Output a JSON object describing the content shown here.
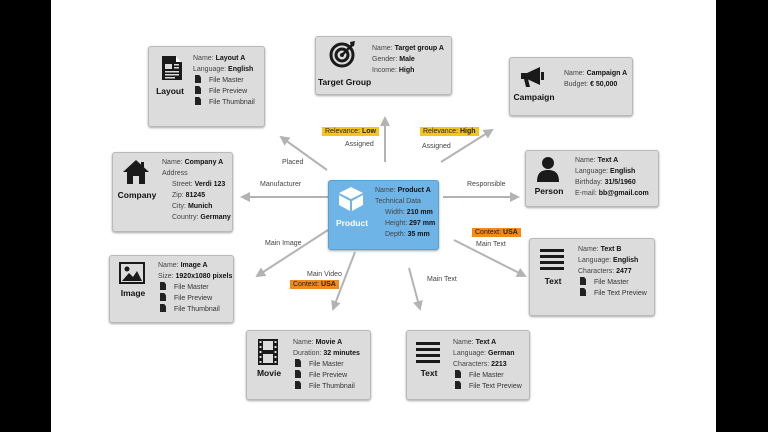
{
  "center": {
    "title": "Product",
    "name_k": "Name: ",
    "name_v": "Product A",
    "section": "Technical Data",
    "rows": [
      {
        "k": "Width: ",
        "v": "210 mm"
      },
      {
        "k": "Height: ",
        "v": "297 mm"
      },
      {
        "k": "Depth: ",
        "v": "35 mm"
      }
    ]
  },
  "layout": {
    "title": "Layout",
    "rows": [
      {
        "k": "Name: ",
        "v": "Layout A"
      },
      {
        "k": "Language: ",
        "v": "English"
      }
    ],
    "files": [
      "File Master",
      "File Preview",
      "File Thumbnail"
    ]
  },
  "target": {
    "title": "Target Group",
    "rows": [
      {
        "k": "Name: ",
        "v": "Target group A"
      },
      {
        "k": "Gender: ",
        "v": "Male"
      },
      {
        "k": "Income: ",
        "v": "High"
      }
    ]
  },
  "campaign": {
    "title": "Campaign",
    "rows": [
      {
        "k": "Name: ",
        "v": "Campaign A"
      },
      {
        "k": "Budget: ",
        "v": "€ 50,000"
      }
    ]
  },
  "company": {
    "title": "Company",
    "rows": [
      {
        "k": "Name: ",
        "v": "Company A"
      },
      {
        "k": "Address",
        "v": ""
      },
      {
        "k": "Street: ",
        "v": "Verdi 123",
        "indent": true
      },
      {
        "k": "Zip: ",
        "v": "81245",
        "indent": true
      },
      {
        "k": "City: ",
        "v": "Munich",
        "indent": true
      },
      {
        "k": "Country: ",
        "v": "Germany",
        "indent": true
      }
    ]
  },
  "person": {
    "title": "Person",
    "rows": [
      {
        "k": "Name: ",
        "v": "Text A"
      },
      {
        "k": "Language: ",
        "v": "English"
      },
      {
        "k": "Birthday: ",
        "v": "31/5/1960"
      },
      {
        "k": "E-mail: ",
        "v": "bb@gmail.com"
      }
    ]
  },
  "image": {
    "title": "Image",
    "rows": [
      {
        "k": "Name: ",
        "v": "Image A"
      },
      {
        "k": "Size: ",
        "v": "1920x1080 pixels"
      }
    ],
    "files": [
      "File Master",
      "File Preview",
      "File Thumbnail"
    ]
  },
  "textb": {
    "title": "Text",
    "rows": [
      {
        "k": "Name: ",
        "v": "Text B"
      },
      {
        "k": "Language: ",
        "v": "English"
      },
      {
        "k": "Characters: ",
        "v": "2477"
      }
    ],
    "files": [
      "File Master",
      "File Text Preview"
    ]
  },
  "movie": {
    "title": "Movie",
    "rows": [
      {
        "k": "Name: ",
        "v": "Movie A"
      },
      {
        "k": "Duration: ",
        "v": "32 minutes"
      }
    ],
    "files": [
      "File Master",
      "File Preview",
      "File Thumbnail"
    ]
  },
  "texta": {
    "title": "Text",
    "rows": [
      {
        "k": "Name: ",
        "v": "Text A"
      },
      {
        "k": "Language: ",
        "v": "German"
      },
      {
        "k": "Characters: ",
        "v": "2213"
      }
    ],
    "files": [
      "File Master",
      "File Text Preview"
    ]
  },
  "edges": {
    "placed": "Placed",
    "assigned1": "Assigned",
    "assigned2": "Assigned",
    "manufacturer": "Manufacturer",
    "responsible": "Responsible",
    "main_image": "Main Image",
    "main_video": "Main Video",
    "main_text1": "Main Text",
    "main_text2": "Main Text"
  },
  "tags": {
    "relevance_low_k": "Relevance: ",
    "relevance_low_v": "Low",
    "relevance_high_k": "Relevance: ",
    "relevance_high_v": "High",
    "context_video_k": "Context: ",
    "context_video_v": "USA",
    "context_text_k": "Context: ",
    "context_text_v": "USA"
  },
  "colors": {
    "center": "#6fb4e6",
    "node": "#dcdcdc",
    "yellow_tag": "#f5c518",
    "orange_tag": "#f08a1c",
    "arrow": "#b3b3b3"
  }
}
